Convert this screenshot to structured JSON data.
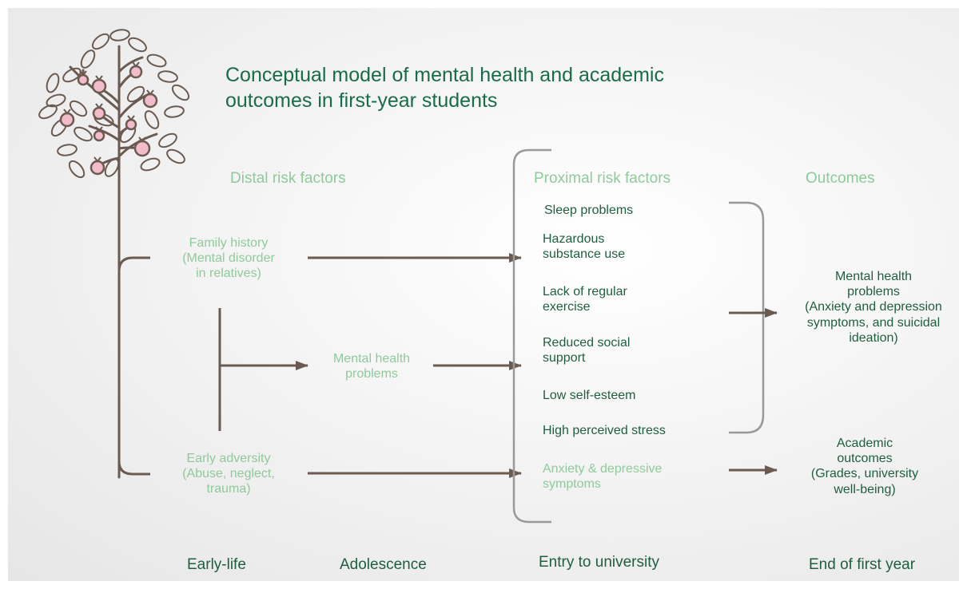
{
  "title": "Conceptual model of mental health and academic outcomes in first-year students",
  "colors": {
    "heading_dark": "#1a6b4a",
    "heading_light": "#8fca9b",
    "line": "#6b5a50",
    "fruit_fill": "#f2bccb",
    "bracket": "#999999"
  },
  "headers": {
    "distal": "Distal risk factors",
    "proximal": "Proximal risk factors",
    "outcomes": "Outcomes"
  },
  "distal": {
    "family_history": [
      "Family history",
      "(Mental disorder",
      "in relatives)"
    ],
    "early_adversity": [
      "Early adversity",
      "(Abuse, neglect,",
      "trauma)"
    ],
    "mental_health": [
      "Mental health",
      "problems"
    ]
  },
  "proximal": {
    "sleep": [
      "Sleep problems"
    ],
    "substance": [
      "Hazardous",
      "substance use"
    ],
    "exercise": [
      "Lack of regular",
      "exercise"
    ],
    "social": [
      "Reduced social",
      "support"
    ],
    "esteem": [
      "Low self-esteem"
    ],
    "stress": [
      "High perceived stress"
    ],
    "anxiety": [
      "Anxiety & depressive",
      "symptoms"
    ]
  },
  "outcomes": {
    "mental_health": [
      "Mental health",
      "problems",
      "(Anxiety and depression",
      "symptoms, and suicidal",
      "ideation)"
    ],
    "academic": [
      "Academic",
      "outcomes",
      "(Grades, university",
      "well-being)"
    ]
  },
  "timeline": {
    "early_life": "Early-life",
    "adolescence": "Adolescence",
    "entry": "Entry to university",
    "end": "End of first year"
  }
}
